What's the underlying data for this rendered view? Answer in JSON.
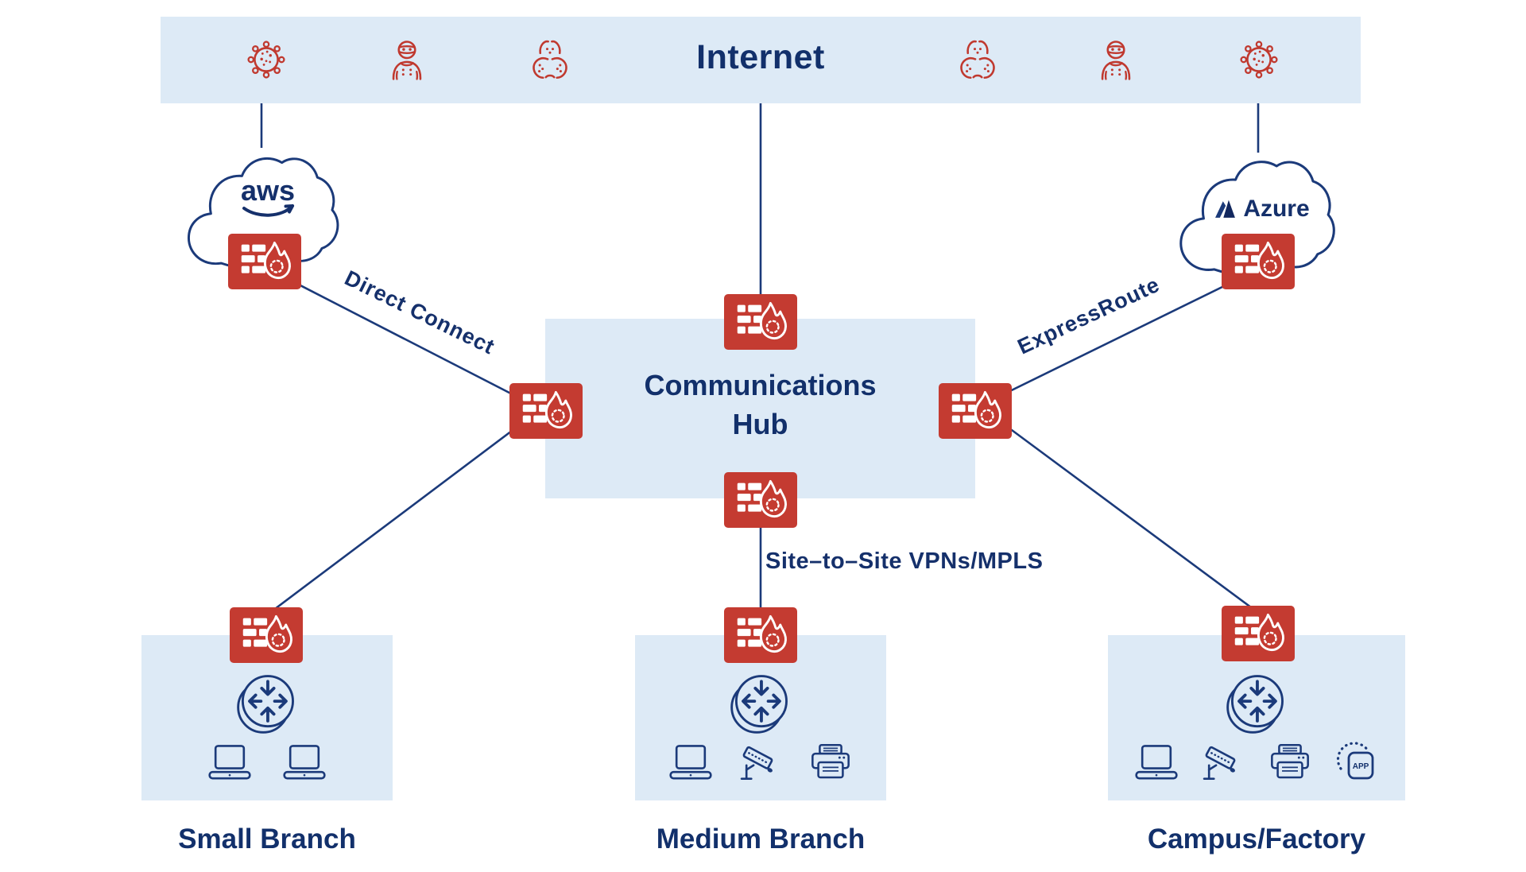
{
  "title": "Network security architecture diagram",
  "internet": {
    "label": "Internet"
  },
  "threats": {
    "left": [
      "virus-icon",
      "hacker-icon",
      "biohazard-icon"
    ],
    "right": [
      "biohazard-icon",
      "hacker-icon",
      "virus-icon"
    ]
  },
  "aws": {
    "label": "aws"
  },
  "azure": {
    "label": "Azure"
  },
  "hub": {
    "label": "Communications Hub"
  },
  "links": {
    "direct_connect": "Direct Connect",
    "expressroute": "ExpressRoute",
    "site_to_site": "Site–to–Site VPNs/MPLS"
  },
  "branches": [
    {
      "name": "Small Branch",
      "devices": [
        "laptop",
        "laptop"
      ]
    },
    {
      "name": "Medium Branch",
      "devices": [
        "laptop",
        "security-camera",
        "printer"
      ]
    },
    {
      "name": "Campus/Factory",
      "devices": [
        "laptop",
        "security-camera",
        "printer",
        "app"
      ]
    }
  ],
  "app_label": "APP",
  "icons": {
    "firewall": "firewall-icon",
    "router": "router-icon",
    "cloud": "cloud-shape",
    "virus": "virus-icon",
    "hacker": "hacker-icon",
    "biohazard": "biohazard-icon",
    "laptop": "laptop-icon",
    "security_camera": "security-camera-icon",
    "printer": "printer-icon",
    "app": "app-icon"
  },
  "colors": {
    "background": "#ffffff",
    "panel_blue": "#ddeaf6",
    "navy_text": "#12306b",
    "line_navy": "#1b3a7a",
    "threat_red": "#c0392f",
    "firewall_red": "#c43b31"
  }
}
